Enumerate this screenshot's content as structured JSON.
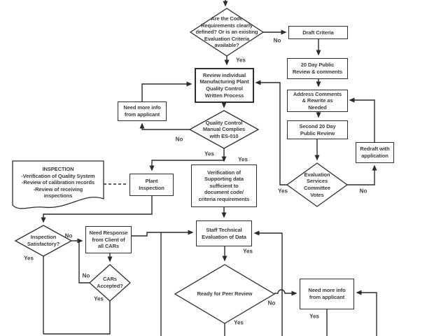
{
  "flowchart": {
    "nodes": {
      "start_question": "Are the Code\nRequirements clearly\ndefined? Or is an existing\nEvaluation Criteria\navailable?",
      "draft_criteria": "Draft Criteria",
      "public_review_20day": "20 Day Public\nReview & comments",
      "address_comments": "Address Comments\n& Rewrite as\nNeeded",
      "second_review": "Second 20 Day\nPublic Review",
      "redraft": "Redraft with\napplication",
      "review_plant_process": "Review individual\nManufacturing Plant\nQuality Control\nWritten Process",
      "need_more_info_1": "Need more info\nfrom applicant",
      "qc_manual_complies": "Quality Control\nManual Complies\nwith ES-010",
      "evaluation_votes": "Evaluation\nServices\nCommittee\nVotes",
      "inspection_doc": "INSPECTION\n-Verification of Quality System\n-Review of calibration records\n-Review of receiving\ninspections",
      "plant_inspection": "Plant\nInspection",
      "verification_data": "Verification of\nSupporting data\nsufficient to\ndocument code/\ncriteria requirements",
      "inspection_satisfactory": "Inspection\nSatisfactory?",
      "need_response_cars": "Need Response\nfrom Client of\nall CARs",
      "cars_accepted": "CARs\nAccepted?",
      "staff_evaluation": "Staff Technical\nEvaluation of Data",
      "ready_peer_review": "Ready for Peer Review",
      "need_more_info_2": "Need more info\nfrom applicant"
    },
    "edge_labels": {
      "d1_no": "No",
      "d1_yes": "Yes",
      "qc_no": "No",
      "qc_yes_left": "Yes",
      "qc_yes_right": "Yes",
      "eval_yes": "Yes",
      "eval_no": "No",
      "insp_no": "No",
      "insp_yes": "Yes",
      "cars_no": "No",
      "cars_yes": "Yes",
      "staff_yes": "Yes",
      "ready_no": "No",
      "ready_yes": "Yes",
      "info2_yes": "Yes"
    },
    "colors": {
      "line": "#2b2b2b",
      "text": "#3a3a3a",
      "background": "#ffffff"
    }
  }
}
